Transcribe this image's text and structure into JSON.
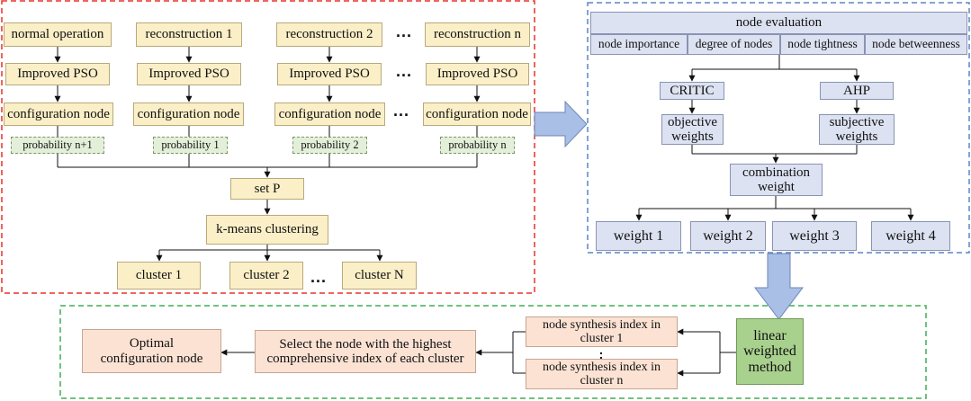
{
  "left_panel": {
    "inputs": [
      "normal operation",
      "reconstruction 1",
      "reconstruction 2",
      "reconstruction n"
    ],
    "pso": "Improved PSO",
    "config_node": "configuration node",
    "probabilities": [
      "probability n+1",
      "probability 1",
      "probability 2",
      "probability n"
    ],
    "set_p": "set P",
    "kmeans": "k-means clustering",
    "clusters": [
      "cluster 1",
      "cluster 2",
      "cluster N"
    ],
    "ellipsis": "..."
  },
  "right_panel": {
    "title": "node evaluation",
    "indicators": [
      "node importance",
      "degree of nodes",
      "node tightness",
      "node betweenness"
    ],
    "critic": "CRITIC",
    "ahp": "AHP",
    "objective": [
      "objective",
      "weights"
    ],
    "subjective": [
      "subjective",
      "weights"
    ],
    "combination": [
      "combination",
      "weight"
    ],
    "weights": [
      "weight 1",
      "weight 2",
      "weight 3",
      "weight 4"
    ]
  },
  "bottom_panel": {
    "linear": [
      "linear",
      "weighted",
      "method"
    ],
    "synthesis_1": [
      "node synthesis index in",
      "cluster 1"
    ],
    "synthesis_n": [
      "node synthesis index in",
      "cluster n"
    ],
    "select": [
      "Select the node with the highest",
      "comprehensive index of each cluster"
    ],
    "optimal": [
      "Optimal",
      "configuration node"
    ]
  },
  "colors": {
    "red_frame": "#e8322c",
    "blue_frame": "#5b86c5",
    "green_frame": "#3fae55",
    "arrow_fill": "#a9bfe6",
    "arrow_stroke": "#6b86b8"
  }
}
